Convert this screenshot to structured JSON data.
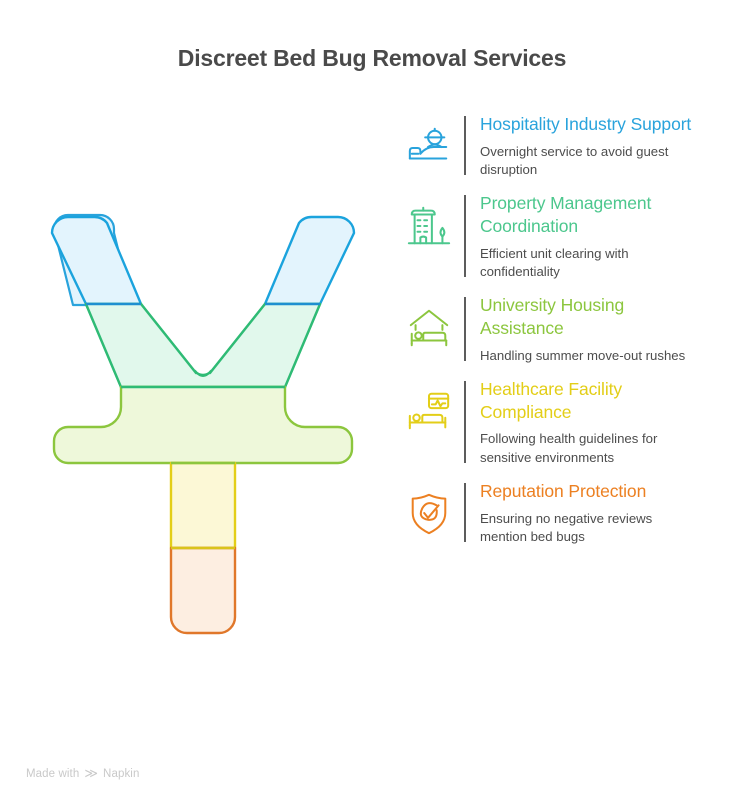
{
  "page": {
    "title": "Discreet Bed Bug Removal Services",
    "background": "#ffffff",
    "title_color": "#4a4a4a"
  },
  "diagram": {
    "type": "funnel-y-shape",
    "name": "bed-bug-service-funnel",
    "segments": [
      {
        "label": "Hospitality Industry Support",
        "stroke": "#29a3dc",
        "fill": "#e3f4fd",
        "position": "arms-top"
      },
      {
        "label": "Property Management Coordination",
        "stroke": "#3cba7c",
        "fill": "#e1f8ec",
        "position": "arms-bottom"
      },
      {
        "label": "University Housing Assistance",
        "stroke": "#8cc63e",
        "fill": "#eef8da",
        "position": "crossbar"
      },
      {
        "label": "Healthcare Facility Compliance",
        "stroke": "#e3ce18",
        "fill": "#fcf8d6",
        "position": "stem-upper"
      },
      {
        "label": "Reputation Protection",
        "stroke": "#e0772a",
        "fill": "#fdeee1",
        "position": "stem-lower"
      }
    ]
  },
  "items": [
    {
      "icon": "concierge-bed-icon",
      "title": "Hospitality Industry Support",
      "description": "Overnight service to avoid guest disruption",
      "color": "#29a3dc",
      "color_class": "c-blue"
    },
    {
      "icon": "apartment-building-tree-icon",
      "title": "Property Management Coordination",
      "description": "Efficient unit clearing with confidentiality",
      "color": "#4cc78d",
      "color_class": "c-green"
    },
    {
      "icon": "house-bed-icon",
      "title": "University Housing Assistance",
      "description": "Handling summer move-out rushes",
      "color": "#8cc63e",
      "color_class": "c-olive"
    },
    {
      "icon": "hospital-bed-monitor-icon",
      "title": "Healthcare Facility Compliance",
      "description": "Following health guidelines for sensitive environments",
      "color": "#e3ce18",
      "color_class": "c-yellow"
    },
    {
      "icon": "shield-check-icon",
      "title": "Reputation Protection",
      "description": "Ensuring no negative reviews mention bed bugs",
      "color": "#ec8022",
      "color_class": "c-orange"
    }
  ],
  "watermark": {
    "prefix": "Made with",
    "brand": "Napkin",
    "mark": "≫"
  }
}
